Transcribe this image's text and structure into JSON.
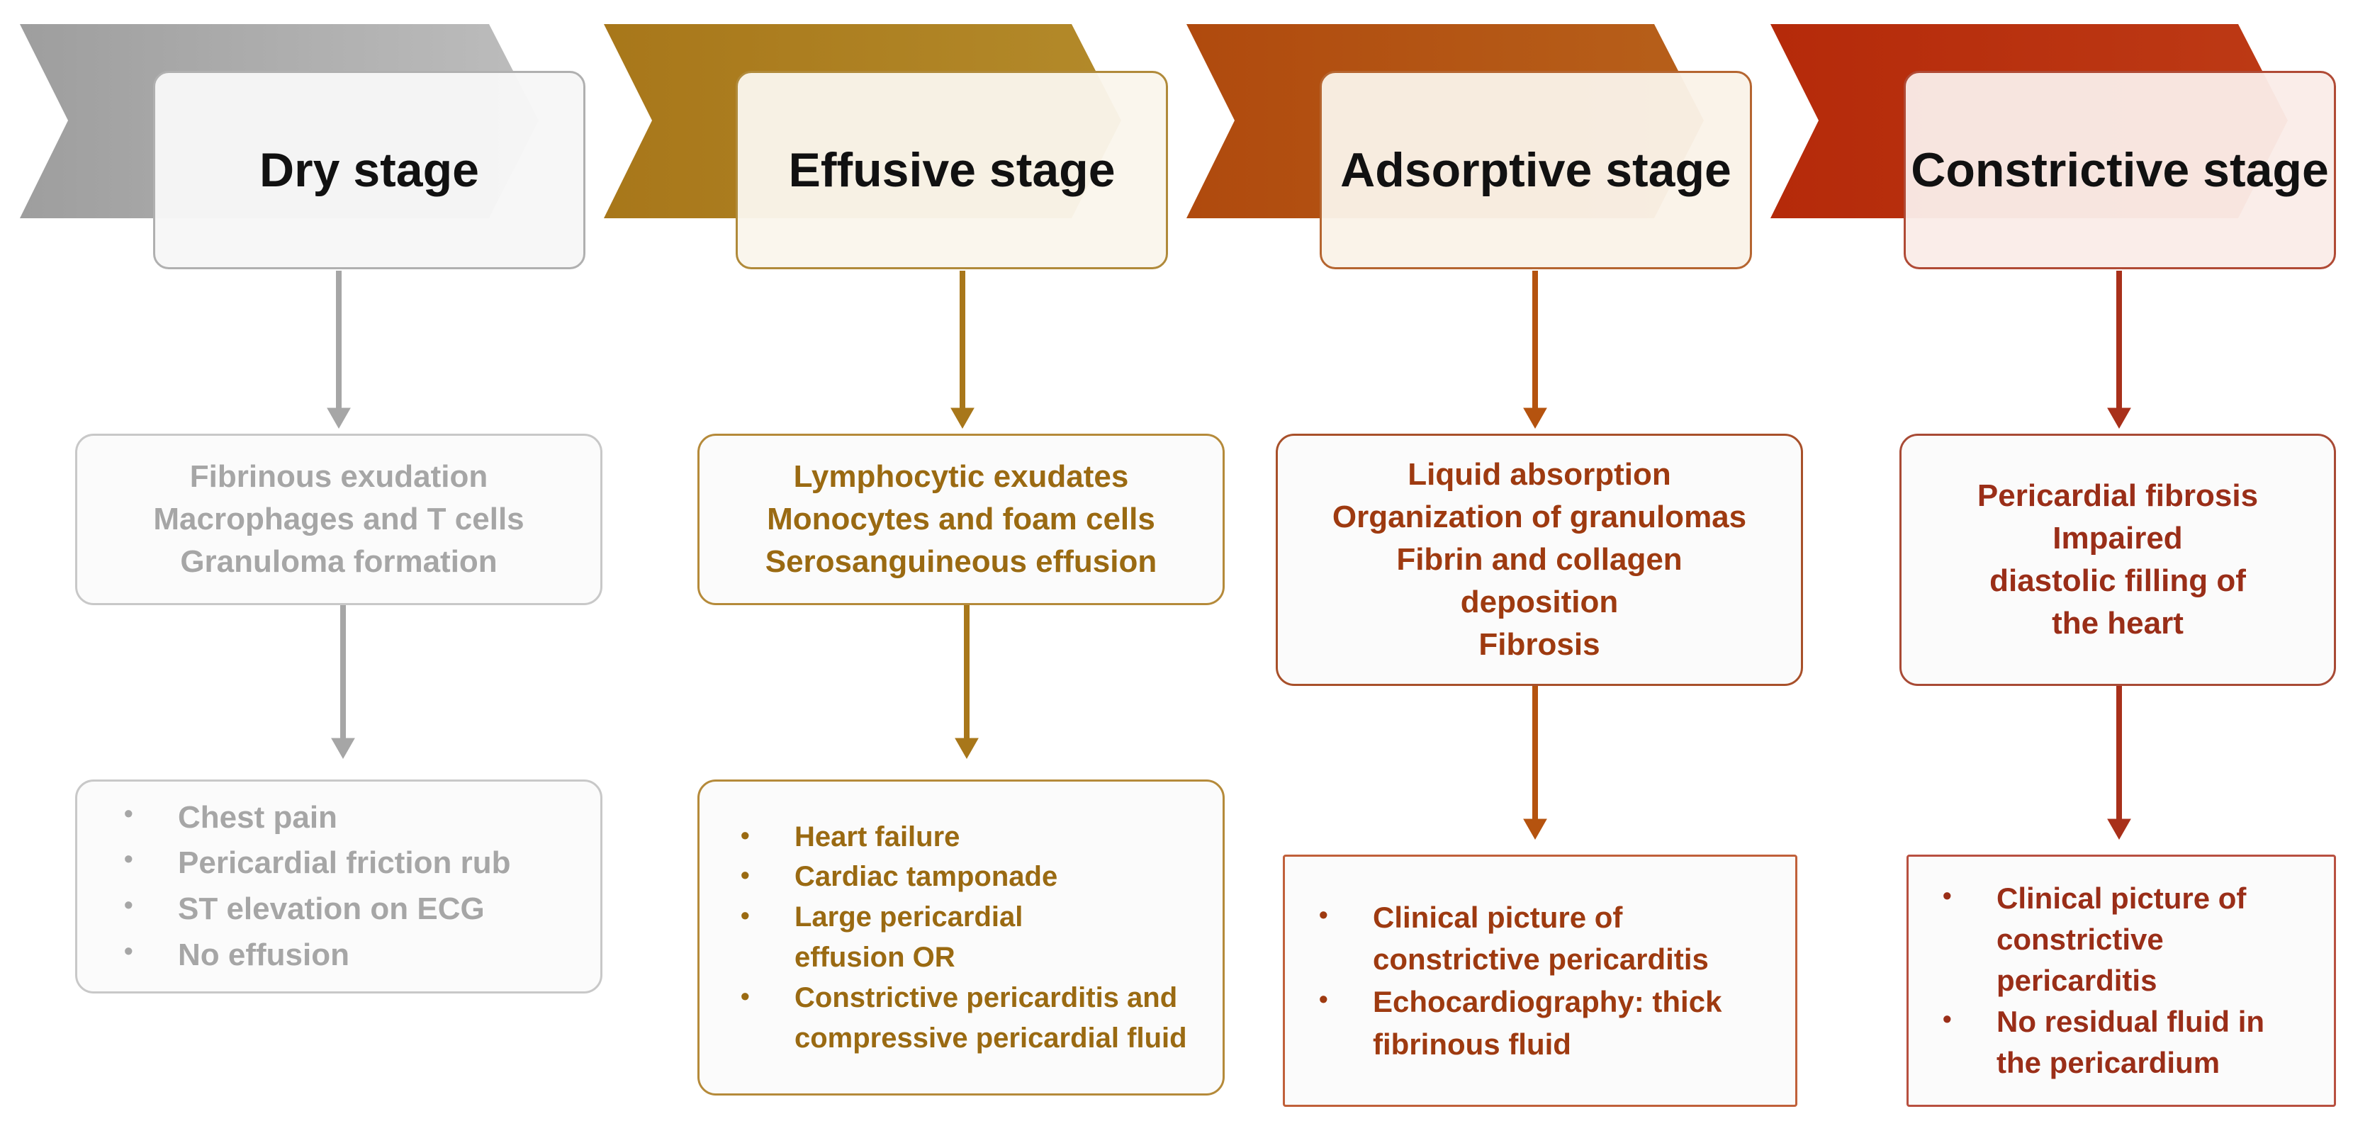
{
  "colors": {
    "dry": "#a6a6a6",
    "effusive": "#a8771a",
    "adsorptive": "#b5530f",
    "constrictive": "#a8301a"
  },
  "stages": [
    {
      "title_lines": [
        "Dry stage"
      ],
      "findings": [
        "Fibrinous exudation",
        "Macrophages and T cells",
        "Granuloma formation"
      ],
      "clinical": [
        "Chest pain",
        "Pericardial friction rub",
        "ST elevation on ECG",
        "No effusion"
      ]
    },
    {
      "title_lines": [
        "Effusive stage"
      ],
      "findings": [
        "Lymphocytic exudates",
        "Monocytes and foam cells",
        "Serosanguineous effusion"
      ],
      "clinical": [
        "Heart failure",
        "Cardiac tamponade",
        "Large pericardial effusion OR",
        "Constrictive pericarditis and compressive pericardial fluid"
      ]
    },
    {
      "title_lines": [
        "Adsorptive",
        "stage"
      ],
      "findings": [
        "Liquid absorption",
        "Organization of granulomas",
        "Fibrin and collagen deposition",
        "Fibrosis"
      ],
      "clinical": [
        "Clinical picture of constrictive pericarditis",
        "Echocardiography: thick fibrinous fluid"
      ]
    },
    {
      "title_lines": [
        "Constrictive",
        "stage"
      ],
      "findings": [
        "Pericardial fibrosis",
        "Impaired diastolic filling of the heart"
      ],
      "clinical": [
        "Clinical picture of constrictive pericarditis",
        "No residual fluid in the pericardium"
      ]
    }
  ]
}
